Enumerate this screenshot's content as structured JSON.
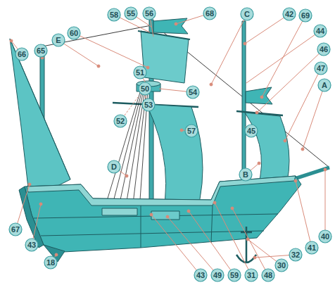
{
  "diagram": {
    "nodes": [
      {
        "text": [
          "66"
        ]
      },
      {
        "text": [
          "65"
        ]
      },
      {
        "text": [
          "E"
        ]
      },
      {
        "text": [
          "60"
        ]
      },
      {
        "text": [
          "58"
        ]
      },
      {
        "text": [
          "55"
        ]
      },
      {
        "text": [
          "56"
        ]
      },
      {
        "text": [
          "68"
        ]
      },
      {
        "text": [
          "C"
        ]
      },
      {
        "text": [
          "42"
        ]
      },
      {
        "text": [
          "69"
        ]
      },
      {
        "text": [
          "44"
        ]
      },
      {
        "text": [
          "46"
        ]
      },
      {
        "text": [
          "47"
        ]
      },
      {
        "text": [
          "A"
        ]
      },
      {
        "text": [
          "51"
        ]
      },
      {
        "text": [
          "50"
        ]
      },
      {
        "text": [
          "54"
        ]
      },
      {
        "text": [
          "53"
        ]
      },
      {
        "text": [
          "52"
        ]
      },
      {
        "text": [
          "57"
        ]
      },
      {
        "text": [
          "45"
        ]
      },
      {
        "text": [
          "D"
        ]
      },
      {
        "text": [
          "B"
        ]
      },
      {
        "text": [
          "67"
        ]
      },
      {
        "text": [
          "40"
        ]
      },
      {
        "text": [
          "41"
        ]
      },
      {
        "text": [
          "43"
        ]
      },
      {
        "text": [
          "32"
        ]
      },
      {
        "text": [
          "30"
        ]
      },
      {
        "text": [
          "18"
        ]
      },
      {
        "text": [
          "43"
        ]
      },
      {
        "text": [
          "49"
        ]
      },
      {
        "text": [
          "59"
        ]
      },
      {
        "text": [
          "31"
        ]
      },
      {
        "text": [
          "48"
        ]
      }
    ]
  }
}
